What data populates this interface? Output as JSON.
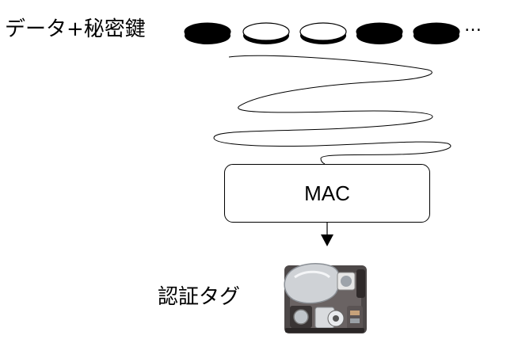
{
  "input": {
    "label": "データ+秘密鍵",
    "bits": [
      "black",
      "white",
      "white",
      "black",
      "black"
    ],
    "more": "…"
  },
  "process": {
    "label": "MAC"
  },
  "output": {
    "label": "認証タグ",
    "icon": "hash-machine-icon"
  },
  "colors": {
    "line": "#000000",
    "bit_black": "#000000",
    "bit_white": "#ffffff"
  }
}
